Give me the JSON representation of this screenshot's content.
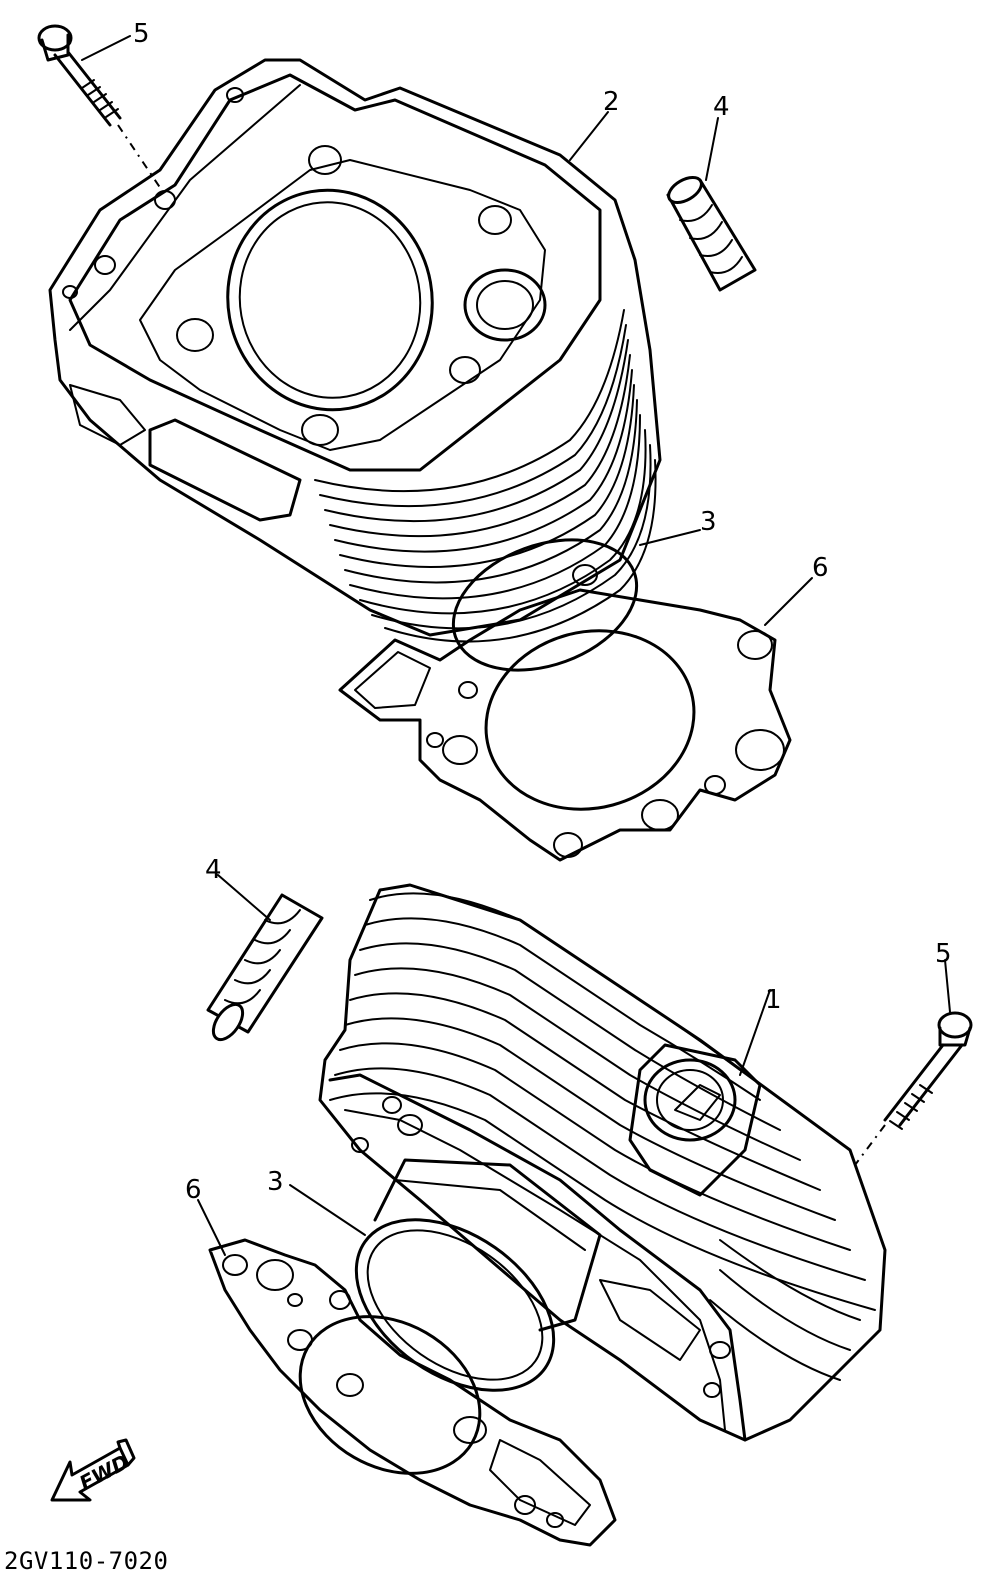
{
  "diagram_code": "2GV110-7020",
  "fwd_label": "FWD",
  "callouts": {
    "c1": "1",
    "c2": "2",
    "c3_upper": "3",
    "c3_lower": "3",
    "c4_upper": "4",
    "c4_lower": "4",
    "c5_upper": "5",
    "c5_lower": "5",
    "c6_upper": "6",
    "c6_lower": "6"
  }
}
